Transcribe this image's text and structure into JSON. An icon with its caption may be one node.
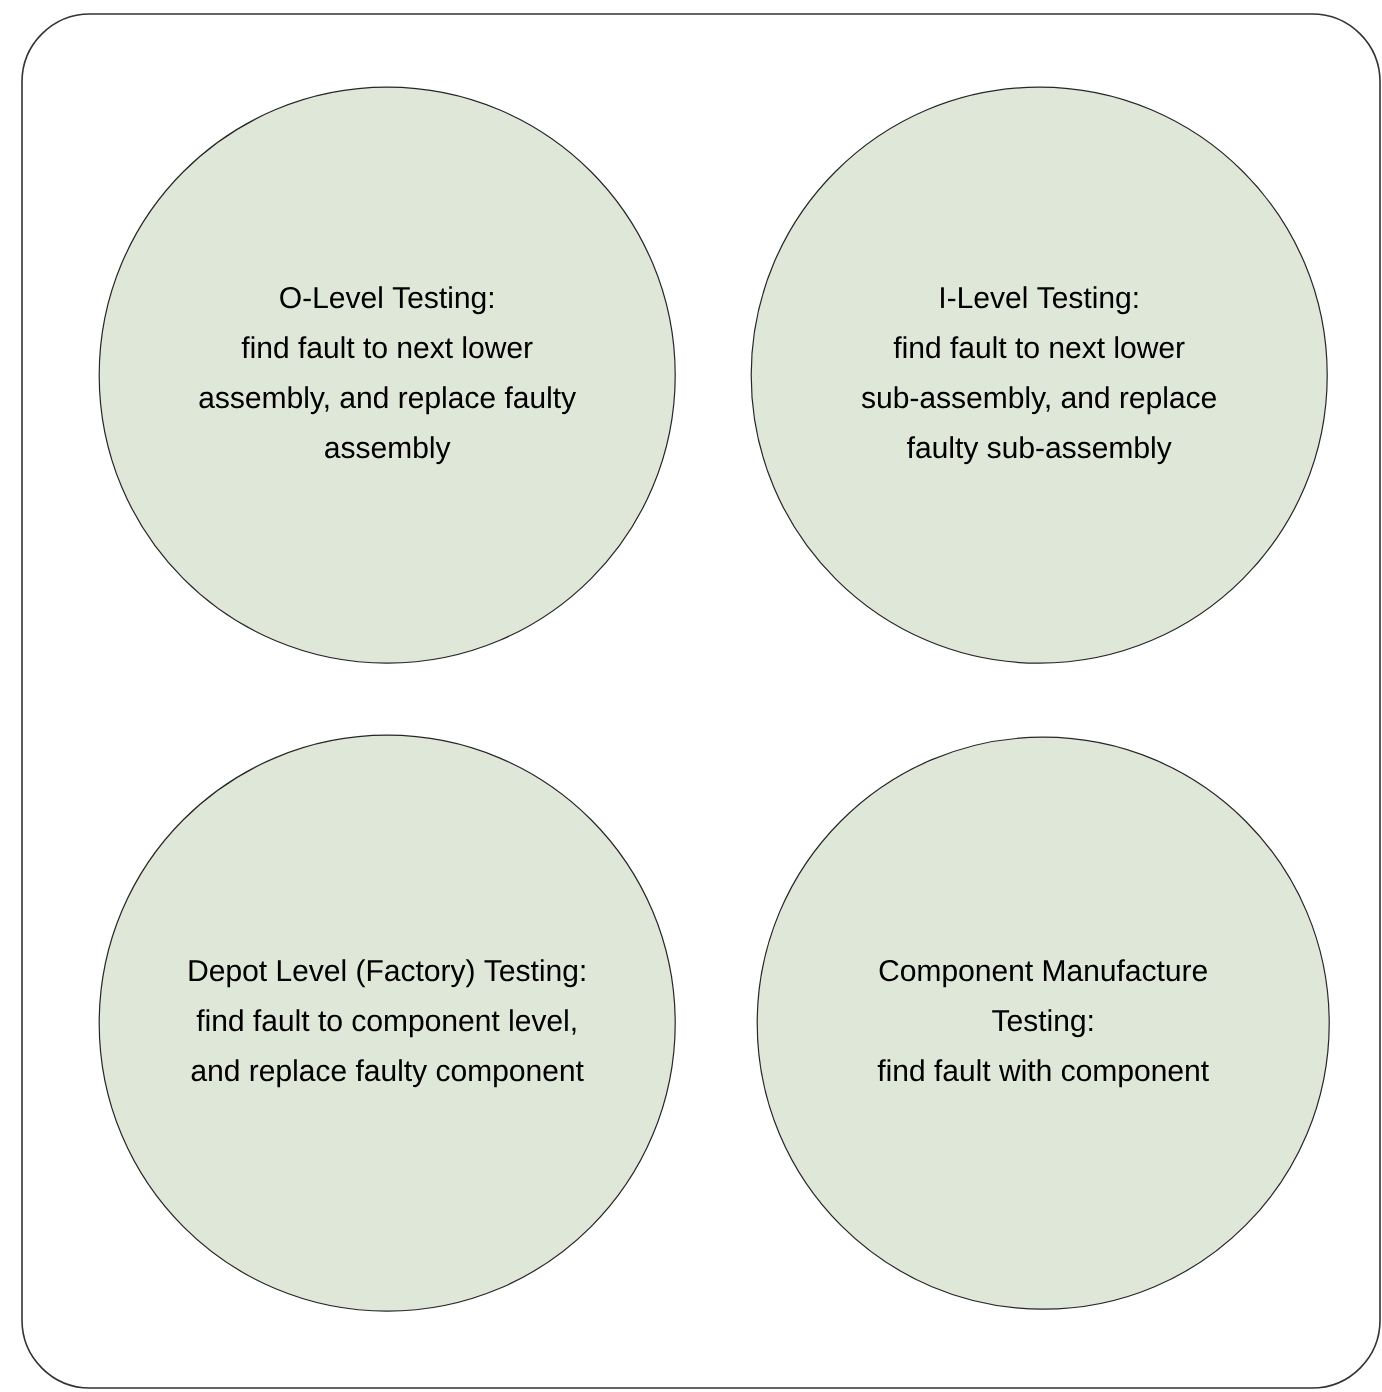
{
  "diagram": {
    "nodes": [
      {
        "text": [],
        "shape": "box"
      },
      {
        "text": [
          "O-Level Testing:",
          "find fault to next lower assembly, and replace faulty assembly"
        ],
        "in": 0
      },
      {
        "text": [
          "I-Level Testing:",
          "find fault to next lower sub-assembly, and replace faulty sub-assembly"
        ],
        "in": 0
      },
      {
        "text": [
          "Depot Level (Factory) Testing:",
          "find fault to component level, and replace faulty component"
        ],
        "in": 0
      },
      {
        "text": [
          "Component Manufacture Testing:",
          "find fault with component"
        ],
        "in": 0
      }
    ]
  }
}
